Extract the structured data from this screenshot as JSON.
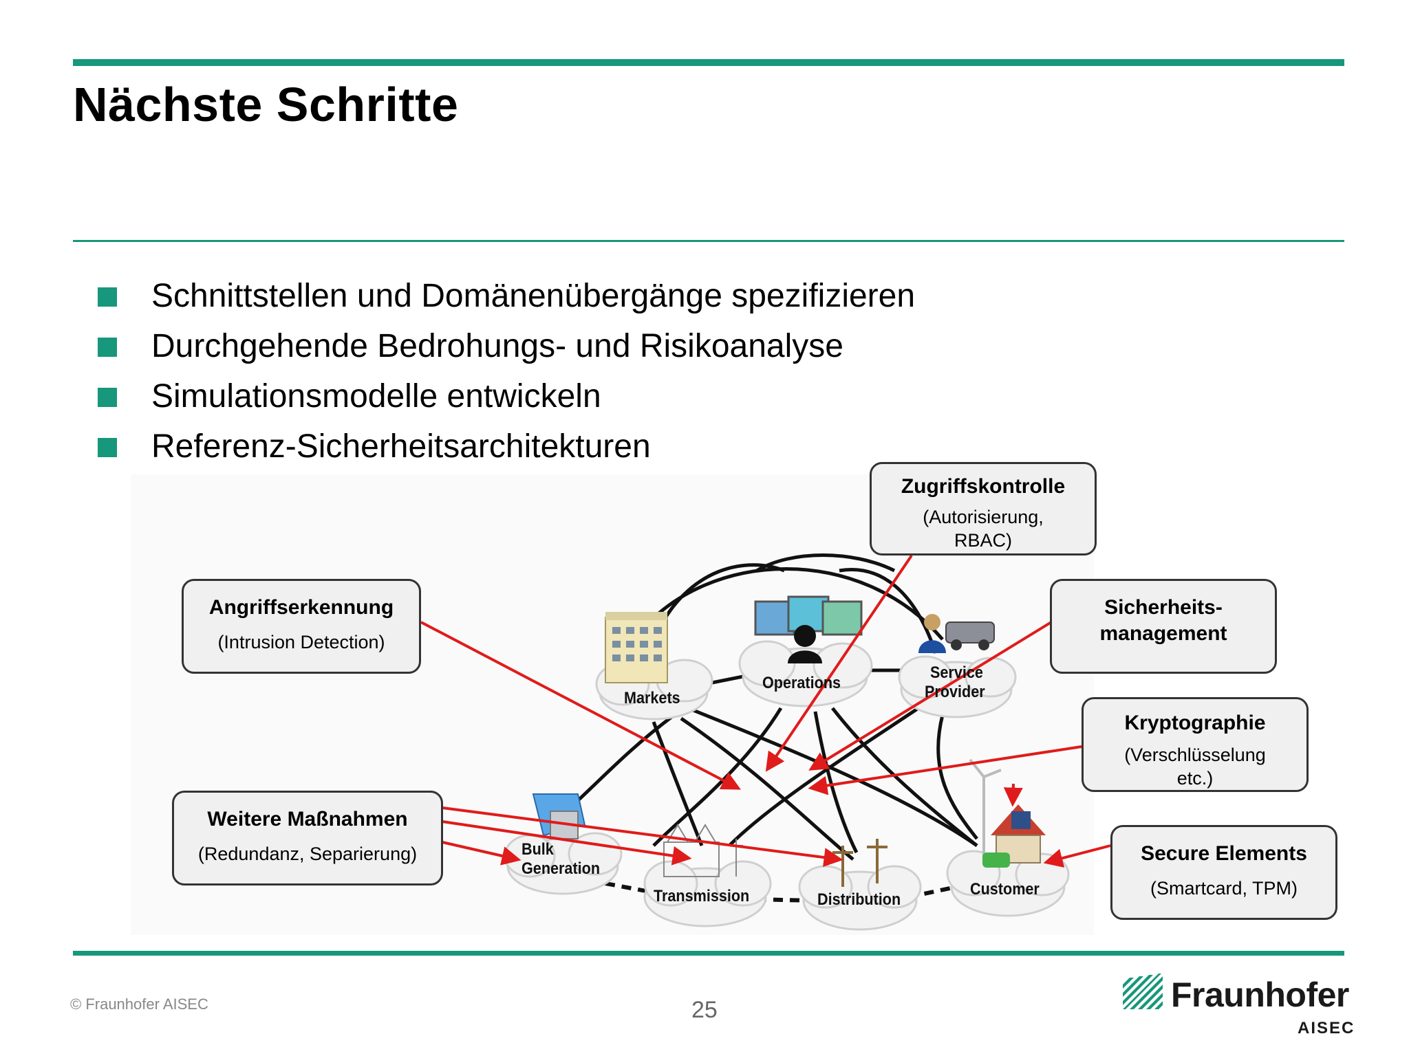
{
  "slide": {
    "title": "Nächste Schritte",
    "bullets": [
      "Schnittstellen und Domänenübergänge spezifizieren",
      "Durchgehende Bedrohungs- und Risikoanalyse",
      "Simulationsmodelle entwickeln",
      "Referenz-Sicherheitsarchitekturen"
    ],
    "copyright": "© Fraunhofer AISEC",
    "page_number": "25"
  },
  "diagram": {
    "domains": {
      "markets": "Markets",
      "operations": "Operations",
      "service_provider_1": "Service",
      "service_provider_2": "Provider",
      "bulk_generation_1": "Bulk",
      "bulk_generation_2": "Generation",
      "transmission": "Transmission",
      "distribution": "Distribution",
      "customer": "Customer"
    },
    "callouts": {
      "zugriff": {
        "title": "Zugriffskontrolle",
        "sub1": "(Autorisierung,",
        "sub2": "RBAC)"
      },
      "angriff": {
        "title": "Angriffserkennung",
        "sub1": "(Intrusion Detection)"
      },
      "sicherheit": {
        "title1": "Sicherheits-",
        "title2": "management"
      },
      "krypto": {
        "title": "Kryptographie",
        "sub1": "(Verschlüsselung",
        "sub2": "etc.)"
      },
      "weitere": {
        "title": "Weitere Maßnahmen",
        "sub1": "(Redundanz, Separierung)"
      },
      "secure": {
        "title": "Secure Elements",
        "sub1": "(Smartcard, TPM)"
      }
    },
    "colors": {
      "accent": "#17977b",
      "arrow": "#e01b1b",
      "link": "#111111"
    }
  },
  "logo": {
    "name": "Fraunhofer",
    "unit": "AISEC"
  }
}
